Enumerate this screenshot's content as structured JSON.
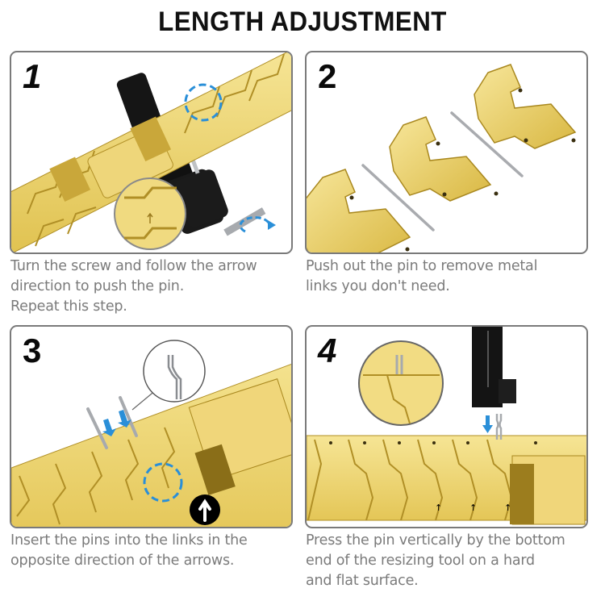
{
  "title": "LENGTH ADJUSTMENT",
  "colors": {
    "gold_light": "#f4e08a",
    "gold_mid": "#e2c455",
    "gold_dark": "#b08f26",
    "accent_blue": "#2a8fd8",
    "tool_black": "#141414",
    "pin_silver": "#b9bcc0",
    "border_gray": "#7a7a7a",
    "caption_gray": "#7b7b7b"
  },
  "steps": [
    {
      "number": "1",
      "caption_lines": [
        "Turn the screw and follow the arrow",
        "direction to push the pin.",
        "Repeat this step."
      ],
      "illustration": "pin-removal-tool-on-gold-strap",
      "icons": [
        "dashed-circle-highlight",
        "magnifier-callout-arrow",
        "rotate-arrow"
      ]
    },
    {
      "number": "2",
      "caption_lines": [
        "Push out the pin to remove metal",
        "links you don't need."
      ],
      "illustration": "separated-gold-links-with-pins",
      "icons": [
        "pin"
      ]
    },
    {
      "number": "3",
      "caption_lines": [
        "Insert the pins into the links in the",
        "opposite direction of the arrows."
      ],
      "illustration": "inserting-pins-into-gold-strap",
      "icons": [
        "down-arrows",
        "pin-detail-callout",
        "dashed-circle-highlight",
        "up-arrow-badge"
      ]
    },
    {
      "number": "4",
      "caption_lines": [
        "Press the pin vertically by the bottom",
        "end of the resizing tool on a hard",
        "and flat surface."
      ],
      "illustration": "pressing-pin-with-tool",
      "icons": [
        "pin-detail-callout",
        "down-arrow"
      ]
    }
  ]
}
